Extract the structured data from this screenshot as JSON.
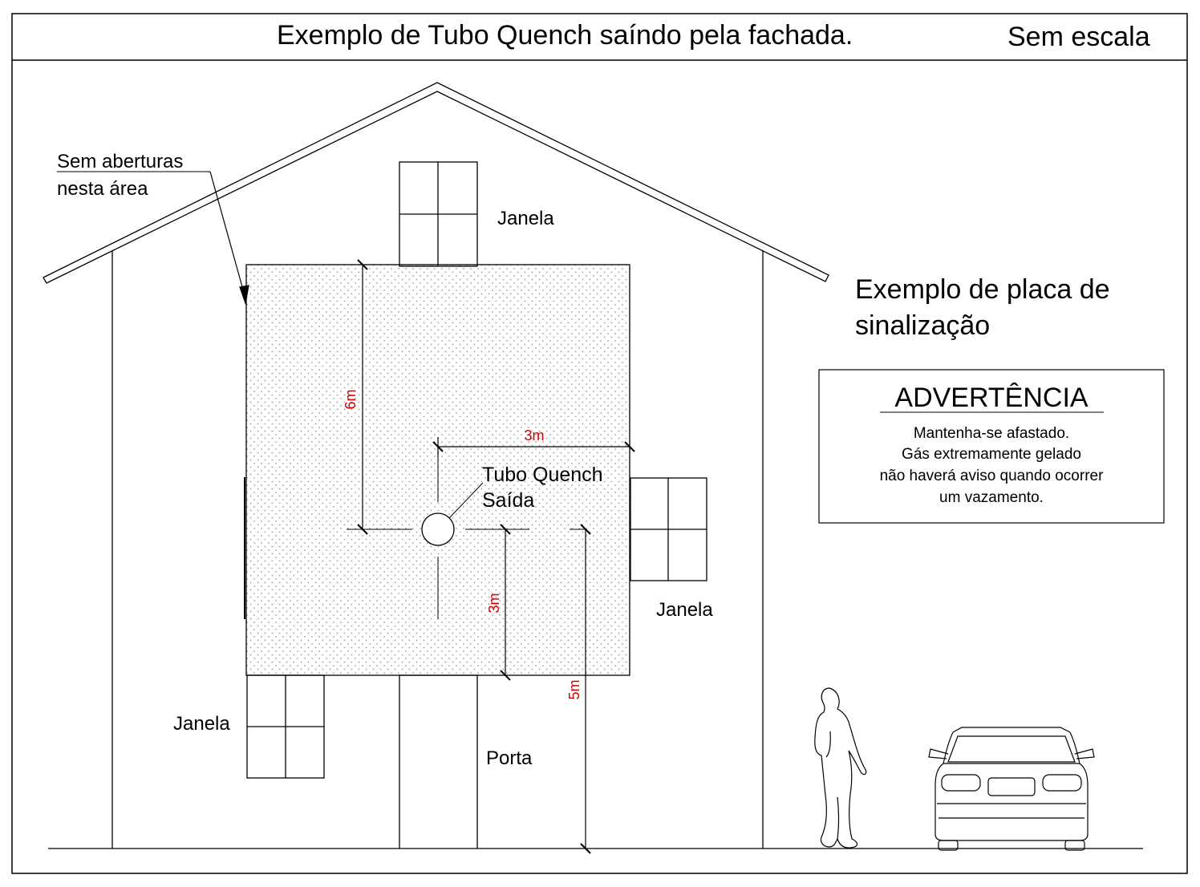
{
  "title": "Exemplo de Tubo Quench saíndo pela fachada.",
  "scale_note": "Sem escala",
  "no_openings_note": {
    "line1": "Sem aberturas",
    "line2": "nesta área"
  },
  "labels": {
    "window_top": "Janela",
    "window_right": "Janela",
    "window_left": "Janela",
    "door": "Porta",
    "quench_line1": "Tubo Quench",
    "quench_line2": "Saída"
  },
  "dimensions": {
    "vertical_above": "6m",
    "horizontal_right": "3m",
    "vertical_below": "3m",
    "height_from_ground": "5m"
  },
  "sign_example": {
    "heading_line1": "Exemplo de placa de",
    "heading_line2": "sinalização",
    "sign_title": "ADVERTÊNCIA",
    "lines": [
      "Mantenha-se afastado.",
      "Gás extremamente gelado",
      "não haverá aviso quando ocorrer",
      "um vazamento."
    ]
  },
  "colors": {
    "line": "#000000",
    "dimension_text": "#d40000",
    "hatch_dots": "#9a9a9a"
  }
}
